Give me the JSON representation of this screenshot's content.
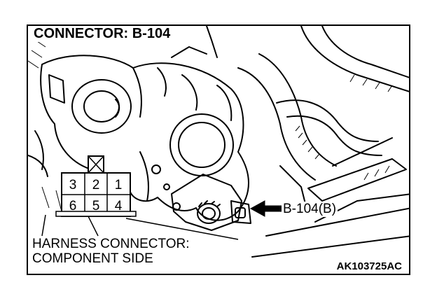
{
  "title": "CONNECTOR: B-104",
  "callout_label": "B-104(B)",
  "harness_label": {
    "line1": "HARNESS CONNECTOR:",
    "line2": "COMPONENT SIDE"
  },
  "connector_pins": {
    "top_row": [
      "3",
      "2",
      "1"
    ],
    "bottom_row": [
      "6",
      "5",
      "4"
    ]
  },
  "figure_code": "AK103725AC"
}
